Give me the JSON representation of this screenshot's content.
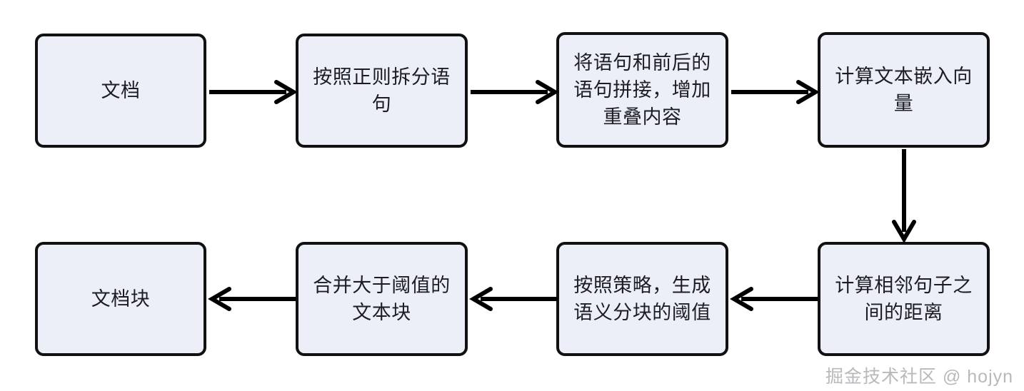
{
  "diagram": {
    "type": "flowchart",
    "title": "",
    "direction": "horizontal-serpentine",
    "colors": {
      "node_fill": "#eceff8",
      "node_border": "#111111",
      "text": "#1b1d23",
      "edge": "#000000",
      "background": "#ffffff",
      "watermark": "#b9b9bd"
    },
    "nodes": [
      {
        "id": "n1",
        "label": "文档",
        "row": 1,
        "order": 1
      },
      {
        "id": "n2",
        "label": "按照正则拆分语\n句",
        "row": 1,
        "order": 2
      },
      {
        "id": "n3",
        "label": "将语句和前后的\n语句拼接，增加\n重叠内容",
        "row": 1,
        "order": 3
      },
      {
        "id": "n4",
        "label": "计算文本嵌入向\n量",
        "row": 1,
        "order": 4
      },
      {
        "id": "n5",
        "label": "计算相邻句子之\n间的距离",
        "row": 2,
        "order": 1
      },
      {
        "id": "n6",
        "label": "按照策略，生成\n语义分块的阈值",
        "row": 2,
        "order": 2
      },
      {
        "id": "n7",
        "label": "合并大于阈值的\n文本块",
        "row": 2,
        "order": 3
      },
      {
        "id": "n8",
        "label": "文档块",
        "row": 2,
        "order": 4
      }
    ],
    "edges": [
      {
        "id": "e1",
        "from": "n1",
        "to": "n2",
        "direction": "right",
        "label": ""
      },
      {
        "id": "e2",
        "from": "n2",
        "to": "n3",
        "direction": "right",
        "label": ""
      },
      {
        "id": "e3",
        "from": "n3",
        "to": "n4",
        "direction": "right",
        "label": ""
      },
      {
        "id": "e4",
        "from": "n4",
        "to": "n5",
        "direction": "down",
        "label": ""
      },
      {
        "id": "e5",
        "from": "n5",
        "to": "n6",
        "direction": "left",
        "label": ""
      },
      {
        "id": "e6",
        "from": "n6",
        "to": "n7",
        "direction": "left",
        "label": ""
      },
      {
        "id": "e7",
        "from": "n7",
        "to": "n8",
        "direction": "left",
        "label": ""
      }
    ]
  },
  "watermark": {
    "text": "掘金技术社区 @ hojyn"
  }
}
